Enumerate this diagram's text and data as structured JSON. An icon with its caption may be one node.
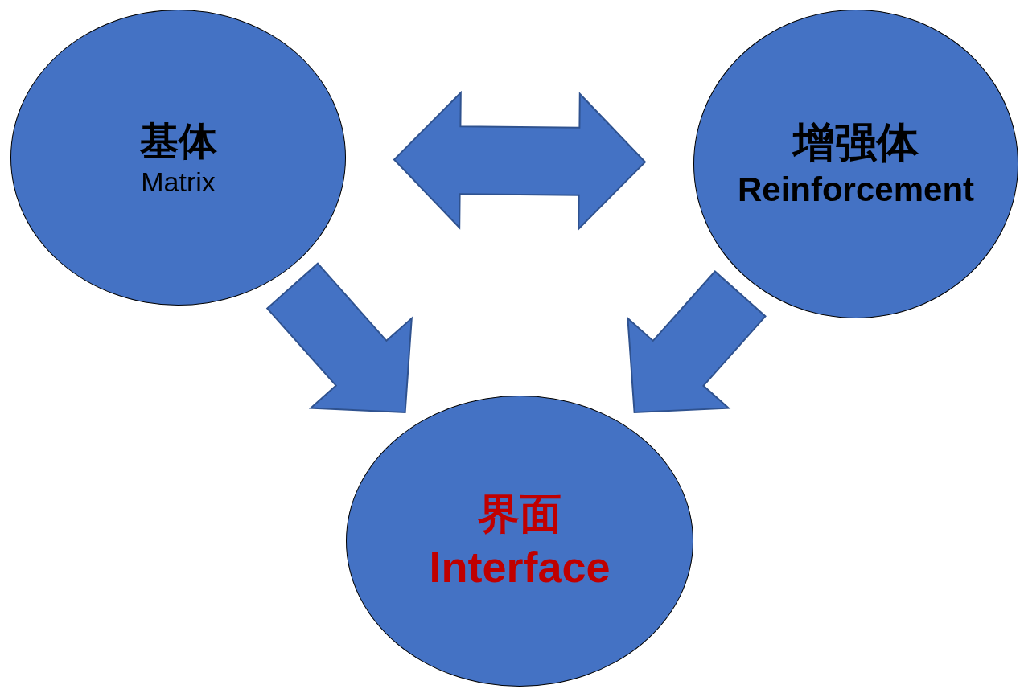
{
  "diagram": {
    "nodes": [
      {
        "text": [
          "基体",
          "Matrix"
        ]
      },
      {
        "text": [
          "增强体",
          "Reinforcement"
        ]
      },
      {
        "text": [
          "界面",
          "Interface"
        ]
      }
    ],
    "edges": [
      {
        "from": 0,
        "to": 1,
        "arrow": "both",
        "style": "thick"
      },
      {
        "from": 0,
        "to": 2,
        "arrow": "to",
        "style": "thick"
      },
      {
        "from": 1,
        "to": 2,
        "arrow": "to",
        "style": "thick"
      }
    ]
  }
}
